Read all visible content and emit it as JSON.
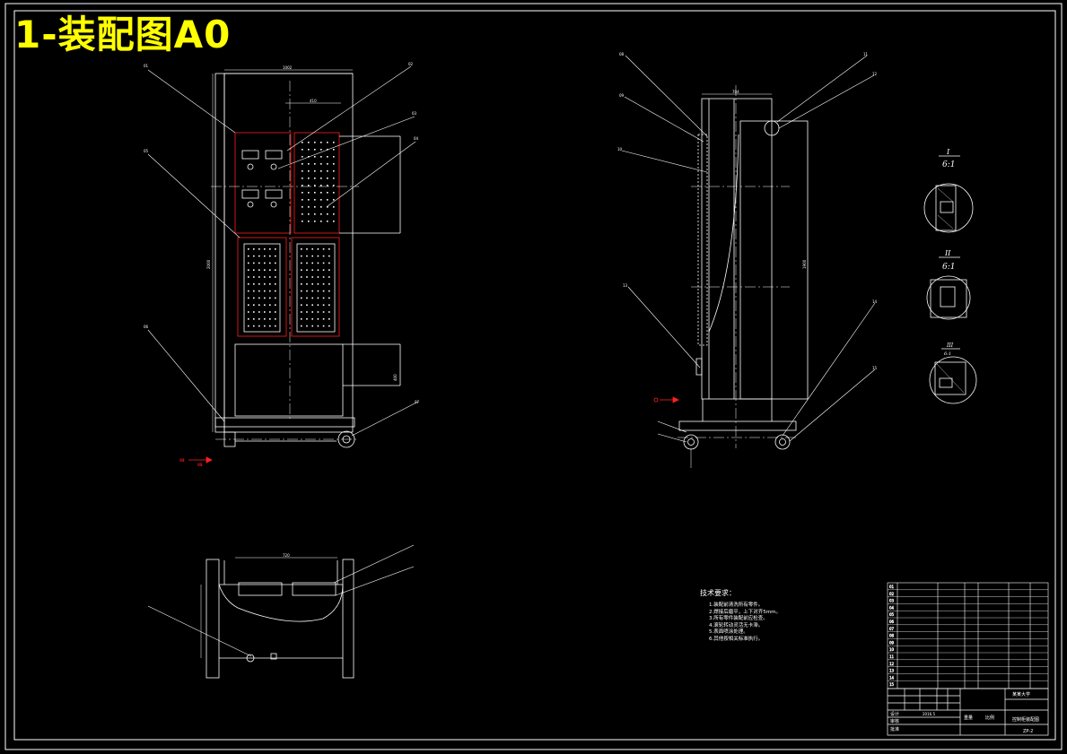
{
  "title": "1-装配图A0",
  "colors": {
    "background": "#000000",
    "line": "#ffffff",
    "highlight": "#ff2020",
    "title": "#ffff00"
  },
  "technical_requirements": {
    "heading": "技术要求：",
    "items": [
      "1.装配前清洗所有零件。",
      "2.焊接后磨平，上下对齐5mm。",
      "3.所有零件装配前应检查。",
      "4.滚轮转动灵活无卡滞。",
      "5.表面喷涂处理。",
      "6.其他按相关标准执行。"
    ]
  },
  "title_block": {
    "designer_label": "设计",
    "check_label": "审核",
    "approve_label": "批准",
    "weight_label": "重量",
    "scale_label": "比例",
    "company": "某某大学",
    "drawing_name": "控制柜装配图",
    "drawing_no": "ZP-2",
    "date": "2016.5"
  },
  "part_numbers": [
    "01",
    "02",
    "03",
    "04",
    "05",
    "06",
    "07",
    "08",
    "09",
    "10",
    "11",
    "12",
    "13",
    "14",
    "15"
  ],
  "detail_labels": {
    "I": "I",
    "I_scale": "6:1",
    "II": "II",
    "II_scale": "6:1",
    "III": "III",
    "III_scale": "6:1"
  },
  "dimensions": {
    "front_width": "1002",
    "front_height": "2000",
    "inner_width": "410",
    "side_width": "704",
    "side_height": "1900",
    "plan_width": "720",
    "drawer_height": "400"
  }
}
